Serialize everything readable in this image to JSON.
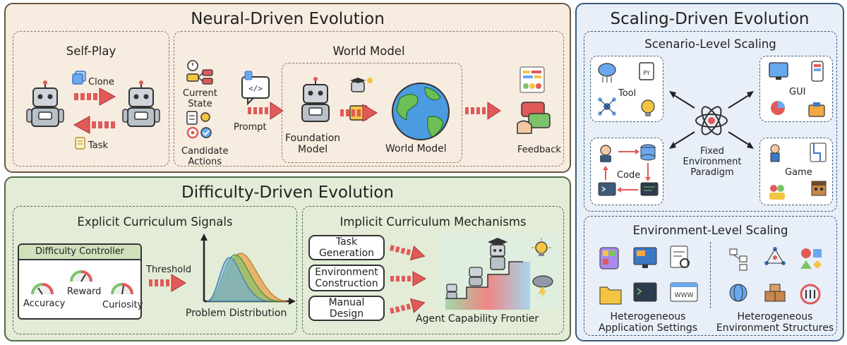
{
  "neural": {
    "title": "Neural-Driven Evolution",
    "self_play": {
      "title": "Self-Play",
      "clone": "Clone",
      "task": "Task"
    },
    "world_model": {
      "title": "World Model",
      "current_state": "Current\nState",
      "candidate_actions": "Candidate\nActions",
      "prompt": "Prompt",
      "foundation_model": "Foundation\nModel",
      "world_model_label": "World Model",
      "feedback": "Feedback"
    }
  },
  "difficulty": {
    "title": "Difficulty-Driven Evolution",
    "explicit": {
      "title": "Explicit Curriculum Signals",
      "controller": "Difficulty Controller",
      "accuracy": "Accuracy",
      "reward": "Reward",
      "curiosity": "Curiosity",
      "threshold": "Threshold",
      "problem_distribution": "Problem Distribution"
    },
    "implicit": {
      "title": "Implicit Curriculum Mechanisms",
      "task_generation": "Task\nGeneration",
      "environment_construction": "Environment\nConstruction",
      "manual_design": "Manual\nDesign",
      "frontier": "Agent Capability Frontier"
    }
  },
  "scaling": {
    "title": "Scaling-Driven Evolution",
    "scenario": {
      "title": "Scenario-Level Scaling",
      "tool": "Tool",
      "gui": "GUI",
      "code": "Code",
      "game": "Game",
      "center": "Fixed\nEnvironment\nParadigm"
    },
    "environment": {
      "title": "Environment-Level Scaling",
      "left": "Heterogeneous\nApplication Settings",
      "right": "Heterogeneous\nEnvironment Structures"
    }
  },
  "colors": {
    "neural_bg": "#f7ece0",
    "neural_border": "#6b5744",
    "difficulty_bg": "#e3ecd6",
    "difficulty_border": "#4f6b44",
    "scaling_bg": "#e8eff8",
    "scaling_border": "#3d5a7a",
    "arrow_red": "#e05a5a"
  }
}
